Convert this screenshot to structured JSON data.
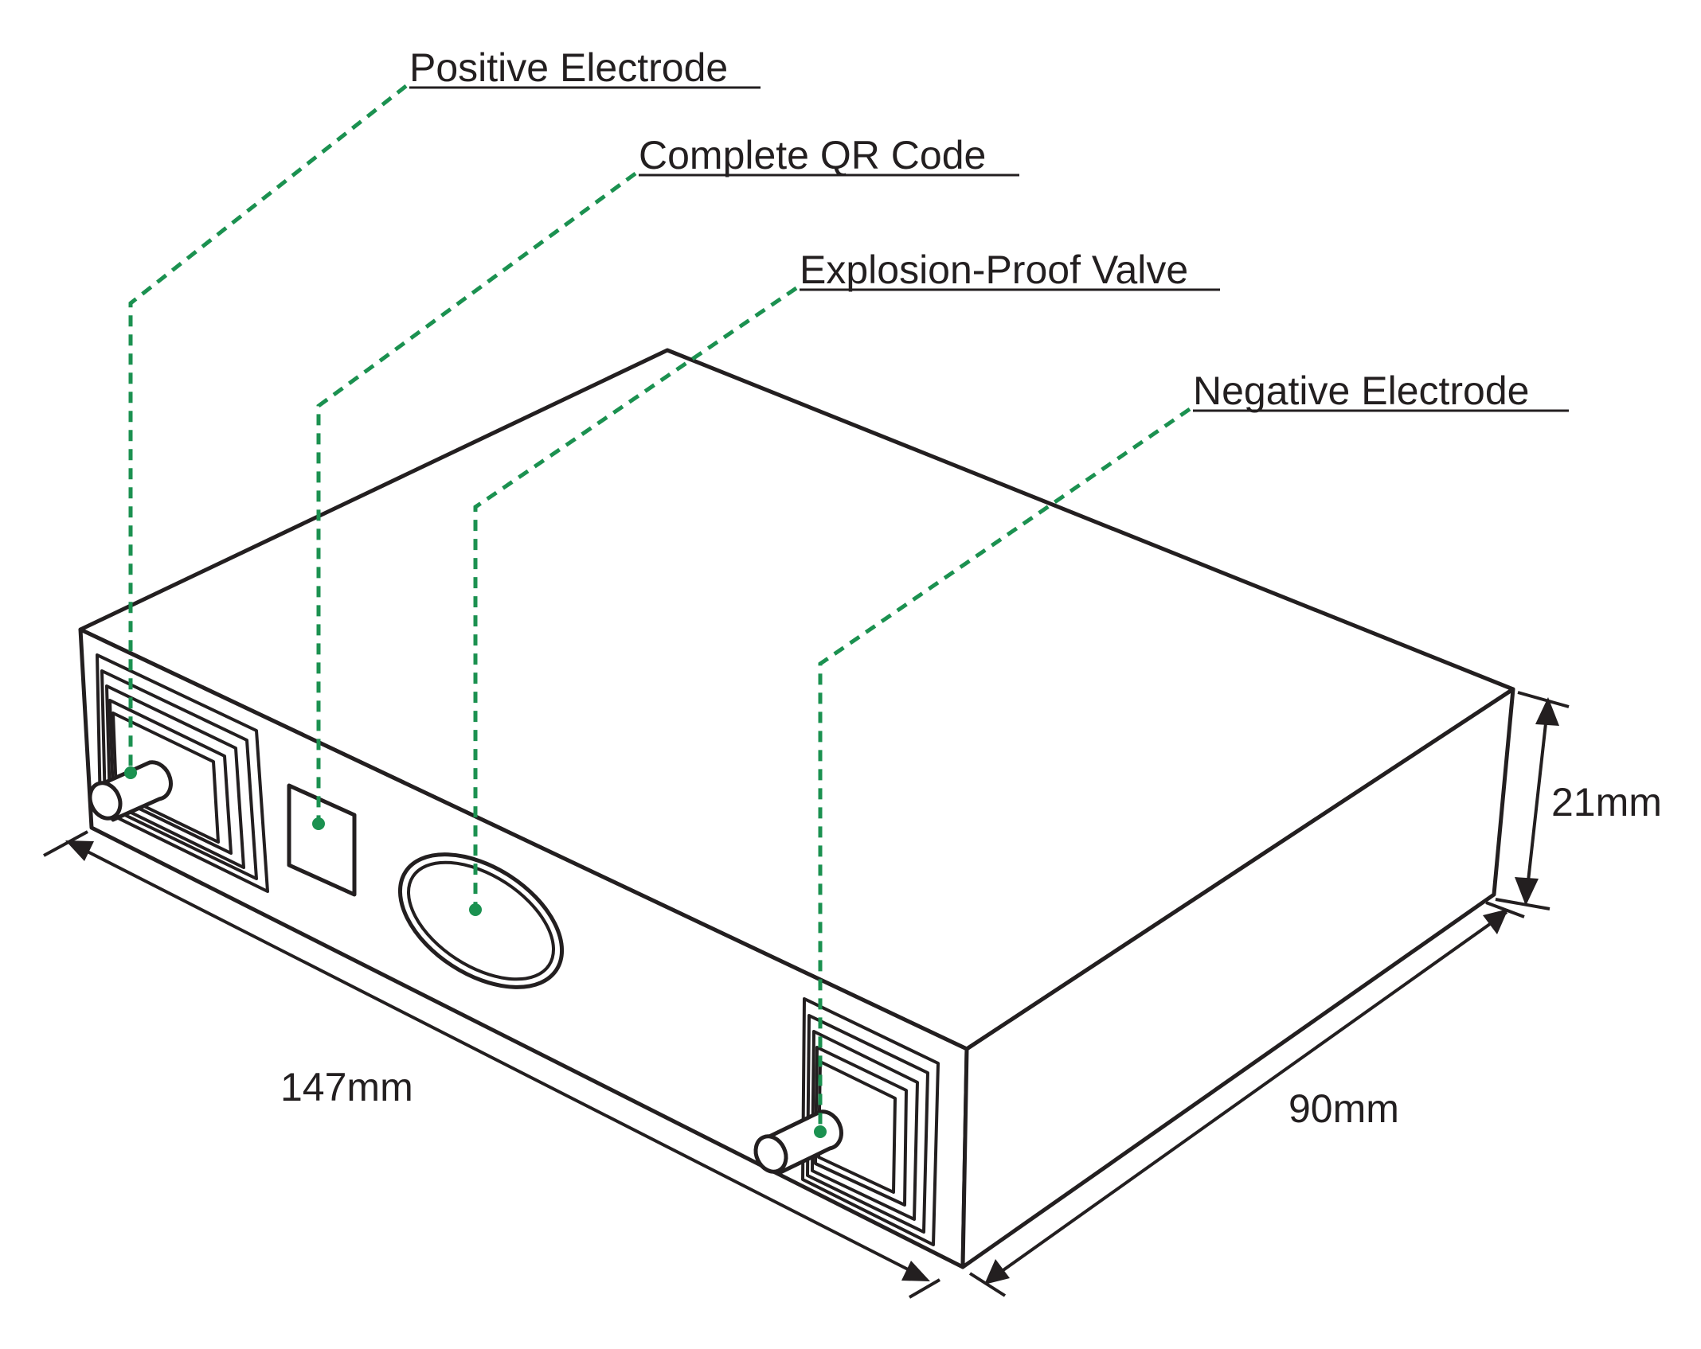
{
  "diagram": {
    "callouts": {
      "positive_electrode": "Positive Electrode",
      "qr_code": "Complete QR Code",
      "valve": "Explosion-Proof Valve",
      "negative_electrode": "Negative Electrode"
    },
    "dimensions": {
      "length": "147mm",
      "width": "90mm",
      "height": "21mm"
    },
    "colors": {
      "leader": "#1b9150",
      "outline": "#231f20"
    }
  }
}
